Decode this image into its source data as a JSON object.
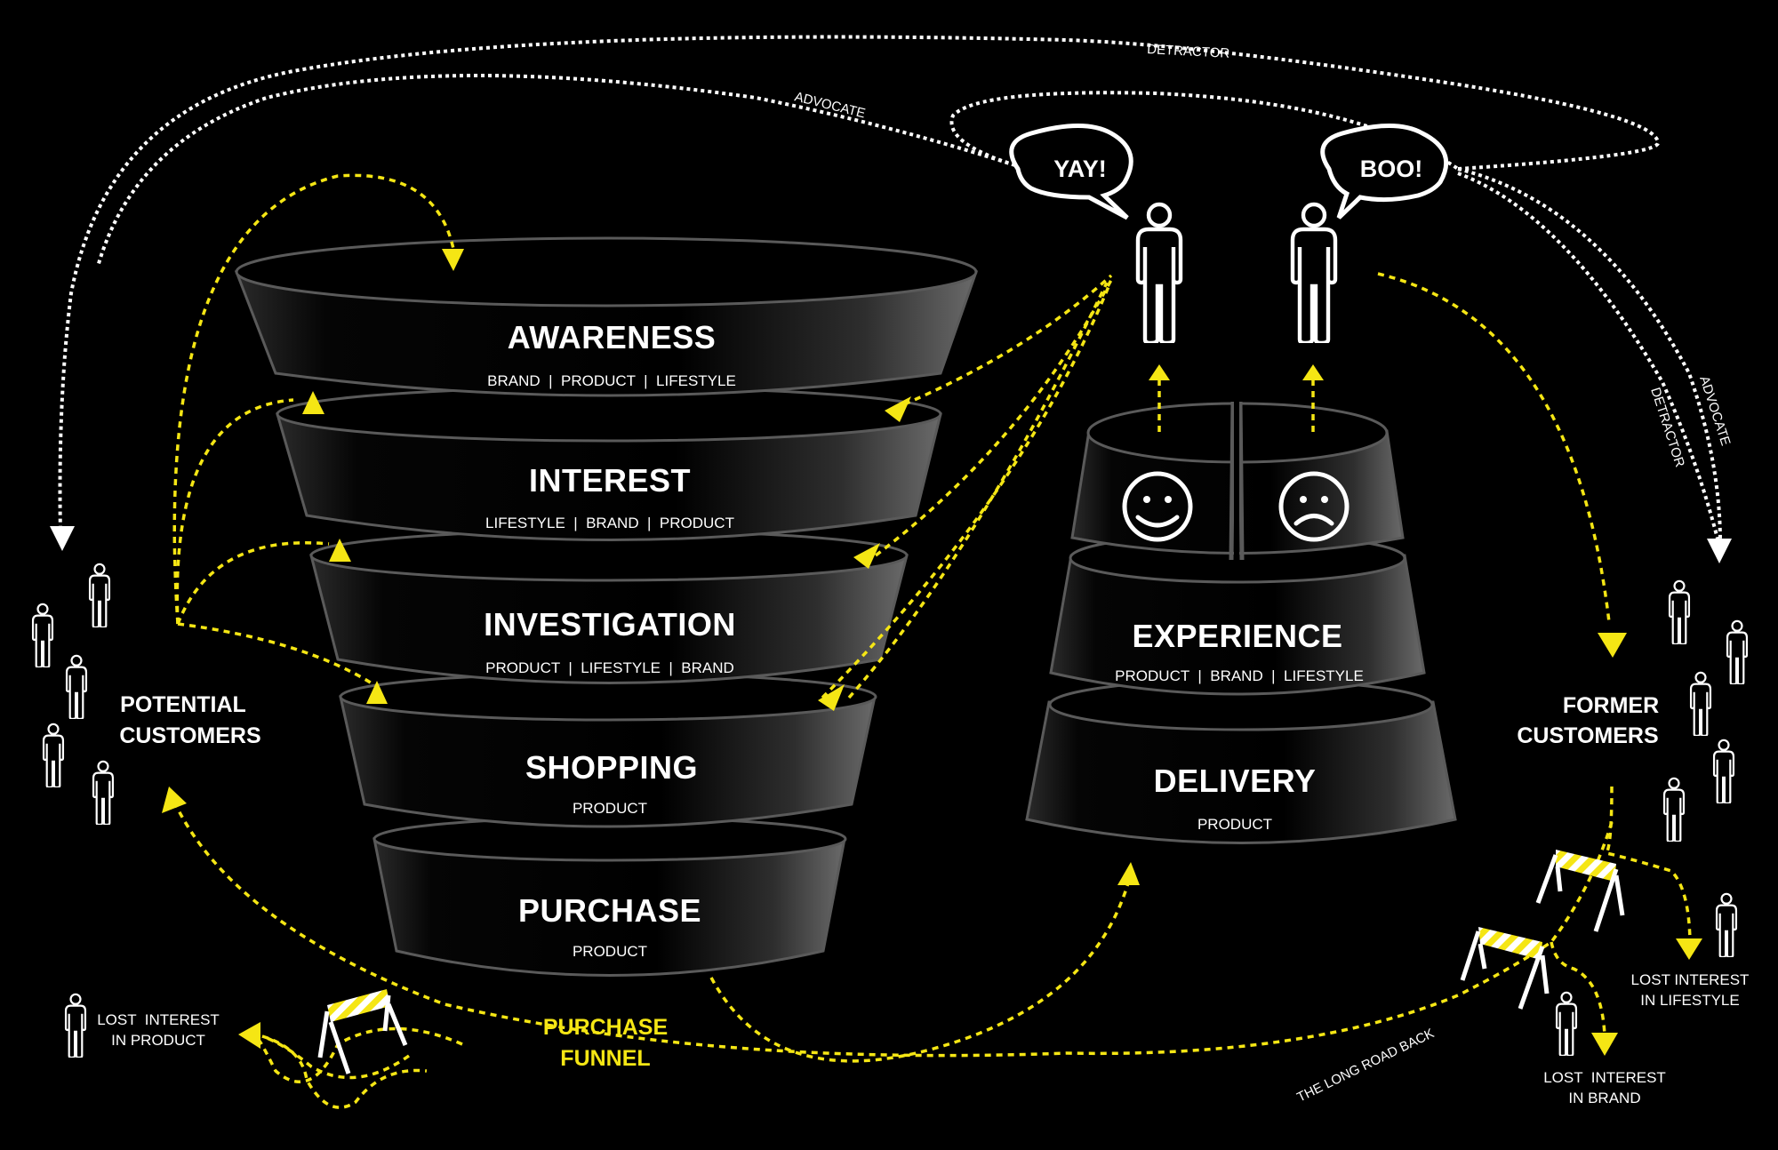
{
  "title": "Purchase Funnel Customer Journey",
  "colors": {
    "background": "#000000",
    "accent": "#f5e614",
    "ring_stroke": "#5a5a5a",
    "text": "#ffffff"
  },
  "funnel": {
    "label_line1": "PURCHASE",
    "label_line2": "FUNNEL",
    "stages": [
      {
        "name": "AWARENESS",
        "sub": "BRAND  |  PRODUCT  |  LIFESTYLE"
      },
      {
        "name": "INTEREST",
        "sub": "LIFESTYLE  |  BRAND  |  PRODUCT"
      },
      {
        "name": "INVESTIGATION",
        "sub": "PRODUCT  |  LIFESTYLE  |  BRAND"
      },
      {
        "name": "SHOPPING",
        "sub": "PRODUCT"
      },
      {
        "name": "PURCHASE",
        "sub": "PRODUCT"
      }
    ]
  },
  "post_purchase": {
    "stages": [
      {
        "name": "EXPERIENCE",
        "sub": "PRODUCT  |  BRAND  |  LIFESTYLE"
      },
      {
        "name": "DELIVERY",
        "sub": "PRODUCT"
      }
    ],
    "faces": [
      {
        "icon": "smiley-face-icon"
      },
      {
        "icon": "sad-face-icon"
      }
    ]
  },
  "speech": {
    "happy": "YAY!",
    "unhappy": "BOO!"
  },
  "groups": {
    "potential_line1": "POTENTIAL",
    "potential_line2": "CUSTOMERS",
    "former_line1": "FORMER",
    "former_line2": "CUSTOMERS"
  },
  "lost": {
    "product_line1": "LOST  INTEREST",
    "product_line2": "IN PRODUCT",
    "lifestyle_line1": "LOST INTEREST",
    "lifestyle_line2": "IN LIFESTYLE",
    "brand_line1": "LOST  INTEREST",
    "brand_line2": "IN BRAND"
  },
  "path_labels": {
    "detractor_top": "DETRACTOR",
    "advocate_top": "ADVOCATE",
    "advocate_right": "ADVOCATE",
    "detractor_right": "DETRACTOR",
    "long_road_back": "THE LONG ROAD BACK"
  }
}
